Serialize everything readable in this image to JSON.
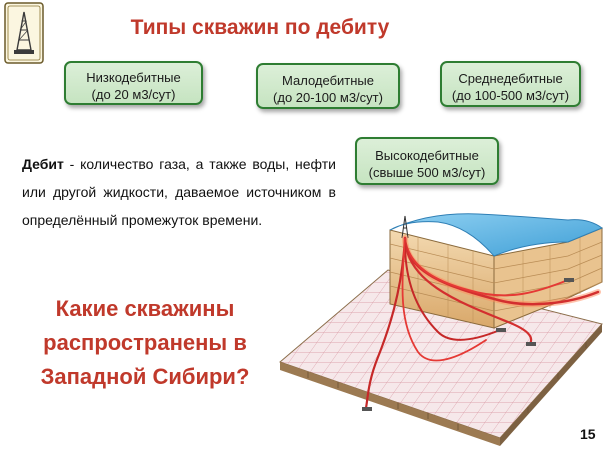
{
  "slide": {
    "title": "Типы скважин по дебиту",
    "boxes": [
      {
        "line1": "Низкодебитные",
        "line2": "(до 20 м3/сут)"
      },
      {
        "line1": "Малодебитные",
        "line2": "(до 20-100 м3/сут)"
      },
      {
        "line1": "Среднедебитные",
        "line2": "(до 100-500 м3/сут)"
      },
      {
        "line1": "Высокодебитные",
        "line2": "(свыше 500 м3/сут)"
      }
    ],
    "definition": {
      "term": "Дебит",
      "text": " - количество газа, а также воды, нефти или другой жидкости, даваемое источником в определённый промежуток времени."
    },
    "question": "Какие скважины распространены в Западной Сибири?",
    "page_number": "15"
  },
  "colors": {
    "title_red": "#c0392b",
    "box_border": "#2e7d32",
    "box_fill": "#d2e9cd"
  },
  "icons": {
    "logo": "oil-derrick-seal-icon",
    "illustration": "well-trajectories-3d-illustration"
  }
}
